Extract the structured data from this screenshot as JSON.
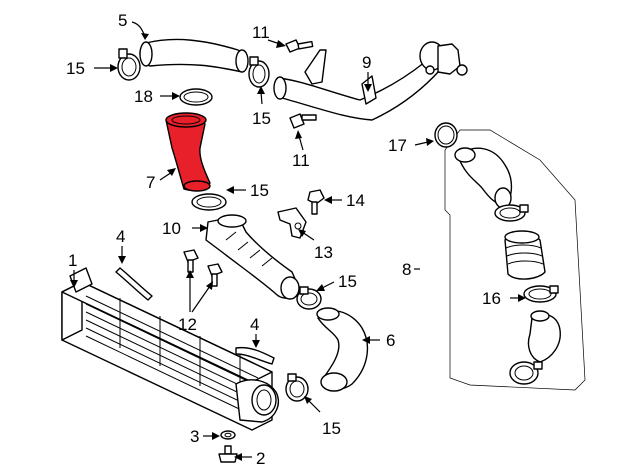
{
  "diagram": {
    "highlight_color": "#e8202a",
    "callouts": {
      "c1": "1",
      "c2": "2",
      "c3": "3",
      "c4a": "4",
      "c4b": "4",
      "c5": "5",
      "c6": "6",
      "c7": "7",
      "c8": "8",
      "c9": "9",
      "c10": "10",
      "c11a": "11",
      "c11b": "11",
      "c12": "12",
      "c13": "13",
      "c14": "14",
      "c15a": "15",
      "c15b": "15",
      "c15c": "15",
      "c15d": "15",
      "c15e": "15",
      "c16": "16",
      "c17": "17",
      "c18": "18"
    }
  }
}
